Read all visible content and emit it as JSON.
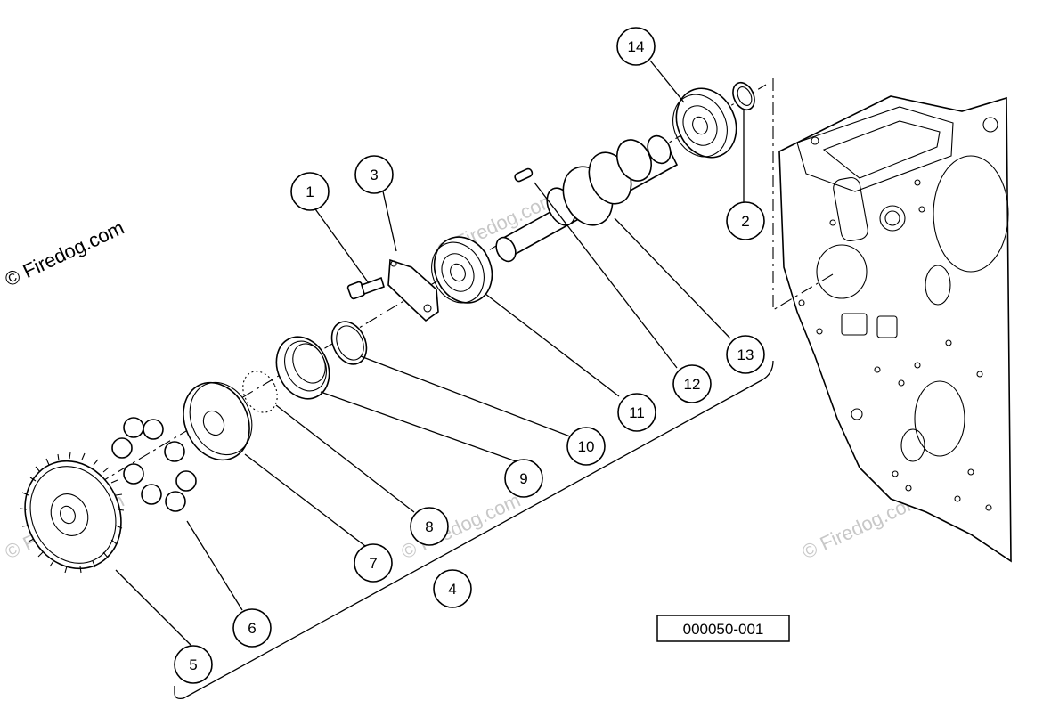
{
  "watermark": {
    "main_text": "© Firedog.com",
    "faint_text": "© Firedog.com"
  },
  "reference_code": "000050-001",
  "callouts": [
    {
      "id": "1",
      "label": "1"
    },
    {
      "id": "2",
      "label": "2"
    },
    {
      "id": "3",
      "label": "3"
    },
    {
      "id": "4",
      "label": "4"
    },
    {
      "id": "5",
      "label": "5"
    },
    {
      "id": "6",
      "label": "6"
    },
    {
      "id": "7",
      "label": "7"
    },
    {
      "id": "8",
      "label": "8"
    },
    {
      "id": "9",
      "label": "9"
    },
    {
      "id": "10",
      "label": "10"
    },
    {
      "id": "11",
      "label": "11"
    },
    {
      "id": "12",
      "label": "12"
    },
    {
      "id": "13",
      "label": "13"
    },
    {
      "id": "14",
      "label": "14"
    }
  ]
}
